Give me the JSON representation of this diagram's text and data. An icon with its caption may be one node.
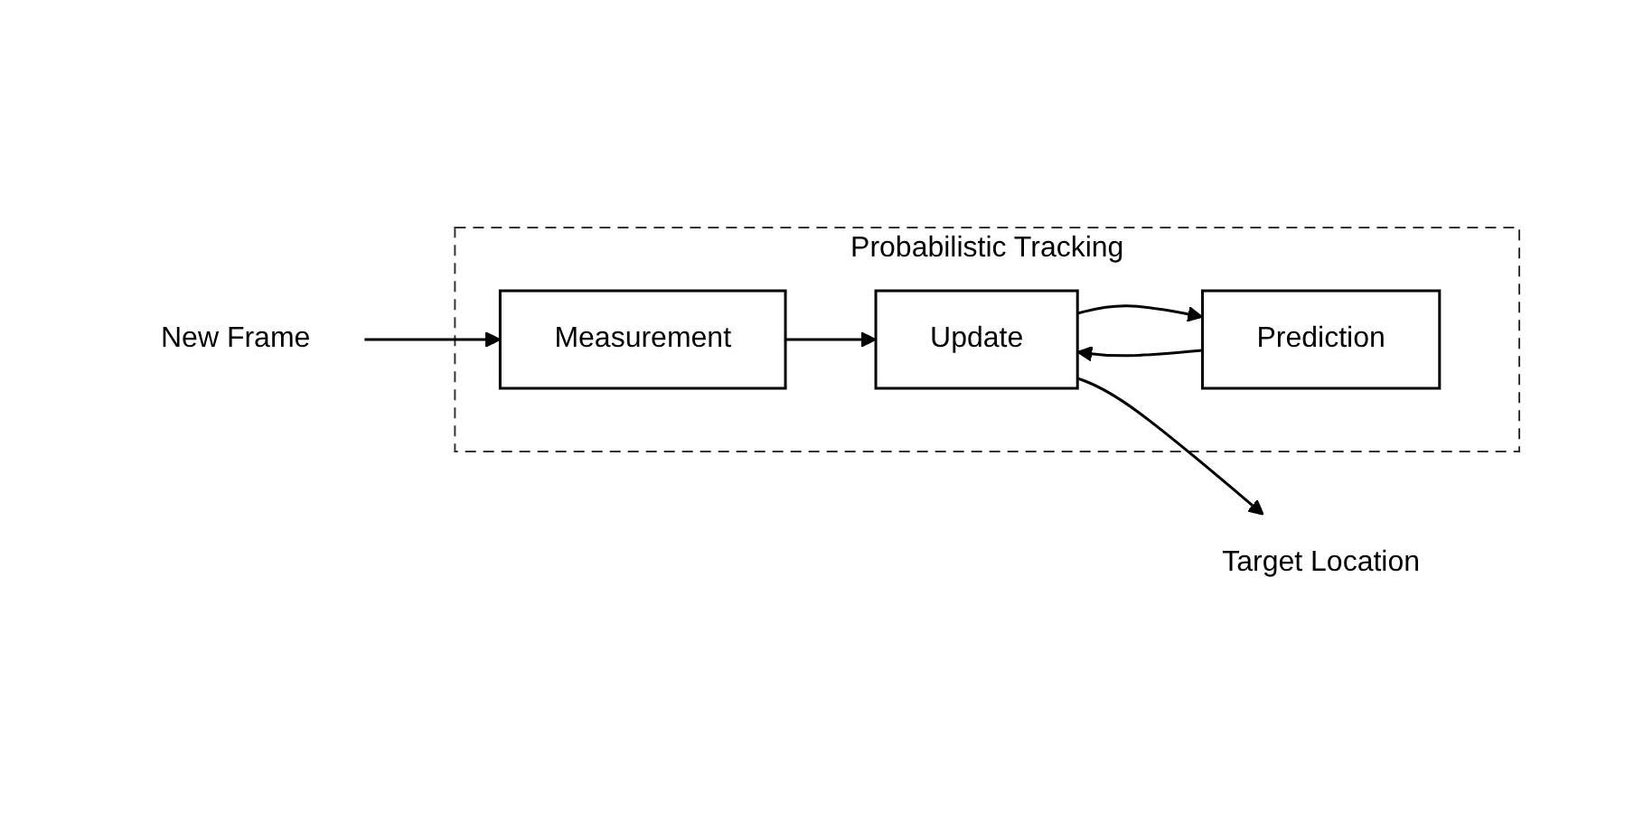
{
  "diagram": {
    "nodes": [
      {
        "text": [
          "New Frame"
        ]
      },
      {
        "text": [
          "Probabilistic Tracking"
        ]
      },
      {
        "text": [
          "Measurement"
        ],
        "in": 1
      },
      {
        "text": [
          "Update"
        ],
        "in": 1
      },
      {
        "text": [
          "Prediction"
        ],
        "in": 1
      },
      {
        "text": [
          "Target Location"
        ]
      }
    ],
    "edges": [
      {
        "from": 0,
        "to": 2,
        "arrow": "to"
      },
      {
        "from": 2,
        "to": 3,
        "arrow": "to"
      },
      {
        "from": 3,
        "to": 5,
        "arrow": "to"
      },
      {
        "from": 3,
        "to": 4,
        "arrow": "to"
      },
      {
        "from": 4,
        "to": 3,
        "arrow": "to"
      }
    ]
  }
}
